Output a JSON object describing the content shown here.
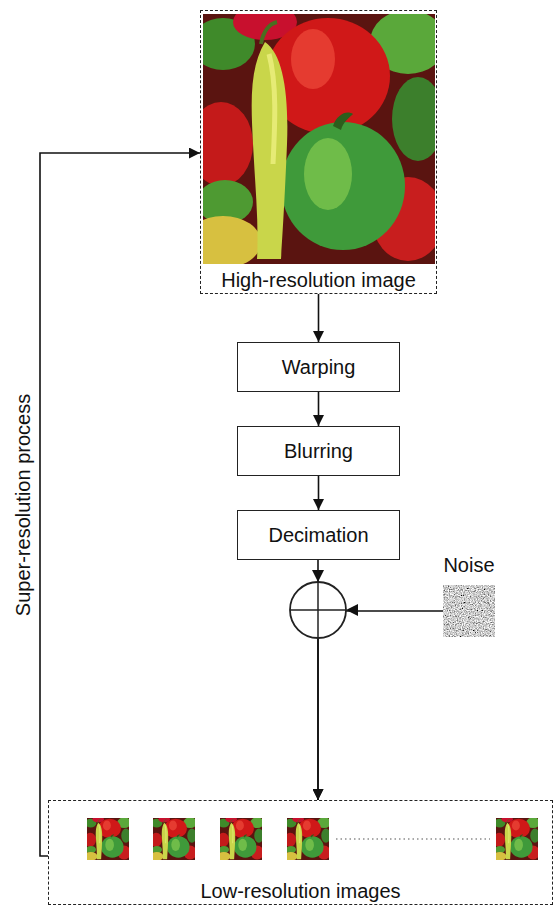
{
  "diagram": {
    "nodes": [
      {
        "text": [
          "High-resolution image"
        ]
      },
      {
        "text": [
          "Warping"
        ]
      },
      {
        "text": [
          "Blurring"
        ]
      },
      {
        "text": [
          "Decimation"
        ]
      },
      {
        "text": [
          "Noise"
        ]
      },
      {
        "text": [
          "Low-resolution images"
        ]
      }
    ],
    "edges": [
      {
        "from": 0,
        "to": 1,
        "arrow": "to"
      },
      {
        "from": 1,
        "to": 2,
        "arrow": "to"
      },
      {
        "from": 2,
        "to": 3,
        "arrow": "to"
      },
      {
        "from": 3,
        "to": 5,
        "arrow": "to"
      },
      {
        "from": 4,
        "to": 5,
        "arrow": "to"
      },
      {
        "from": 5,
        "to": 0,
        "label": "Super-resolution process",
        "arrow": "to"
      }
    ]
  }
}
